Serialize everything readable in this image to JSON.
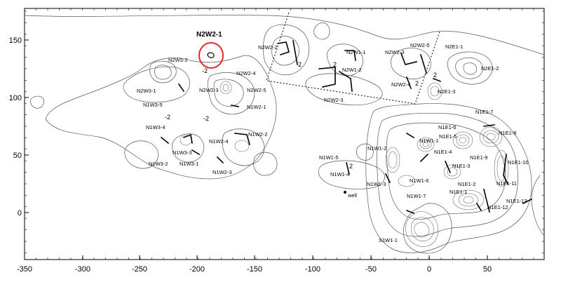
{
  "axes": {
    "x_ticks": [
      "-350",
      "-300",
      "-250",
      "-200",
      "-150",
      "-100",
      "-50",
      "0",
      "50"
    ],
    "y_ticks": [
      "150",
      "100",
      "50",
      "0"
    ]
  },
  "highlight": {
    "label": "N2W2-1",
    "color": "#e0282a"
  },
  "sites": [
    {
      "id": "N2W3-2",
      "label": "N2W3-2"
    },
    {
      "id": "N2W3-1",
      "label": "N2W3-1"
    },
    {
      "id": "N1W3-5",
      "label": "N1W3-5"
    },
    {
      "id": "N1W3-4",
      "label": "N1W3-4"
    },
    {
      "id": "N1W3-3",
      "label": "N1W3-3"
    },
    {
      "id": "N1W3-2",
      "label": "N1W3-2"
    },
    {
      "id": "N1W3-1",
      "label": "N1W3-1"
    },
    {
      "id": "N2W2-4",
      "label": "N2W2-4"
    },
    {
      "id": "N2W2-3a",
      "label": "N2W2-3"
    },
    {
      "id": "N2W2-5a",
      "label": "N2W2-5"
    },
    {
      "id": "N1W2-1",
      "label": "N1W2-1"
    },
    {
      "id": "N1W2-4",
      "label": "N1W2-4"
    },
    {
      "id": "N1W2-2a",
      "label": "N1W2-2"
    },
    {
      "id": "N1W2-3",
      "label": "N1W2-3"
    },
    {
      "id": "N2W2-2",
      "label": "N2W2-2"
    },
    {
      "id": "N2W1-1",
      "label": "N2W1-1"
    },
    {
      "id": "N2W1-2",
      "label": "N2W1-2"
    },
    {
      "id": "N2W2-3b",
      "label": "N2W2-3"
    },
    {
      "id": "N2W2-3c",
      "label": "N2W2-3"
    },
    {
      "id": "N2W2-5b",
      "label": "N2W2-5"
    },
    {
      "id": "N2W2-4b",
      "label": "N2W2-4"
    },
    {
      "id": "N2E1-1",
      "label": "N2E1-1"
    },
    {
      "id": "N2E1-2",
      "label": "N2E1-2"
    },
    {
      "id": "N2E1-3",
      "label": "N2E1-3"
    },
    {
      "id": "N1E1-7",
      "label": "N1E1-7"
    },
    {
      "id": "N1E1-6",
      "label": "N1E1-6"
    },
    {
      "id": "N1E1-5",
      "label": "N1E1-5"
    },
    {
      "id": "N1E1-8",
      "label": "N1E1-8"
    },
    {
      "id": "N1E1-4",
      "label": "N1E1-4"
    },
    {
      "id": "N1E1-9",
      "label": "N1E1-9"
    },
    {
      "id": "N1E1-3",
      "label": "N1E1-3"
    },
    {
      "id": "N1E1-10",
      "label": "N1E1-10"
    },
    {
      "id": "N1E1-2",
      "label": "N1E1-2"
    },
    {
      "id": "N1E1-11",
      "label": "N1E1-11"
    },
    {
      "id": "N1E1-1",
      "label": "N1E1-1"
    },
    {
      "id": "N1E1-13",
      "label": "N1E1-13"
    },
    {
      "id": "N1E1-12",
      "label": "N1E1-12"
    },
    {
      "id": "N1W1-1",
      "label": "N1W1-1"
    },
    {
      "id": "N1W1-2a",
      "label": "N1W1-2"
    },
    {
      "id": "N1W1-5",
      "label": "N1W1-5"
    },
    {
      "id": "N1W1-4",
      "label": "N1W1-4"
    },
    {
      "id": "N1W1-3",
      "label": "N1W1-3"
    },
    {
      "id": "N1W1-6",
      "label": "N1W1-6"
    },
    {
      "id": "N1W1-7",
      "label": "N1W1-7"
    },
    {
      "id": "well",
      "label": "well"
    },
    {
      "id": "S1W1-1",
      "label": "S1W1-1"
    }
  ],
  "contour_labels": [
    "2",
    "-2",
    "2",
    "-2",
    "2",
    "2",
    "2"
  ]
}
